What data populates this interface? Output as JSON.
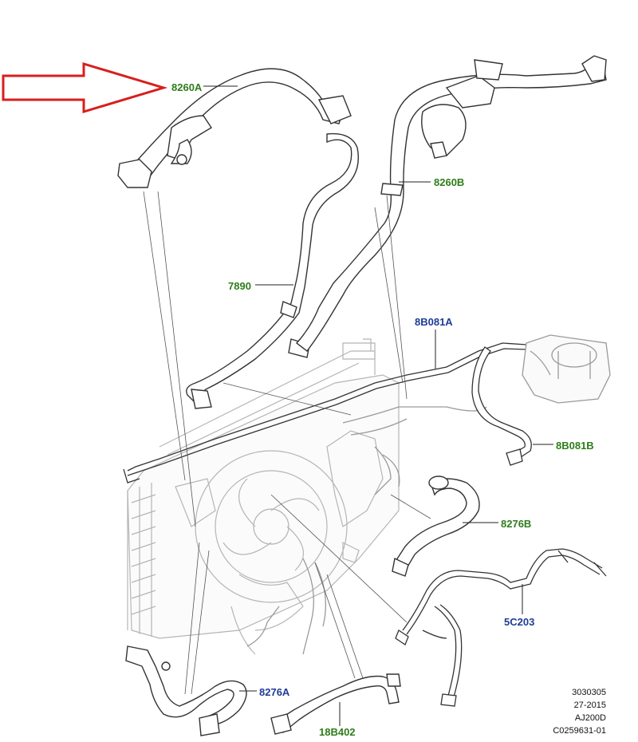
{
  "labels": {
    "p8260A": "8260A",
    "p8260B": "8260B",
    "p7890": "7890",
    "p8B081A": "8B081A",
    "p8B081B": "8B081B",
    "p8276B_right": "8276B",
    "p5C203": "5C203",
    "p8276A": "8276A",
    "p18B402": "18B402"
  },
  "doc_info": {
    "ref": "3030305",
    "date": "27-2015",
    "model": "AJ200D",
    "code": "C0259631-01"
  },
  "colors": {
    "part_label_green": "#2e7d1a",
    "part_label_blue": "#1f3c96",
    "arrow_red": "#d81e1e",
    "hose_outline": "#333333",
    "engine_gray": "#b0b0b0"
  }
}
